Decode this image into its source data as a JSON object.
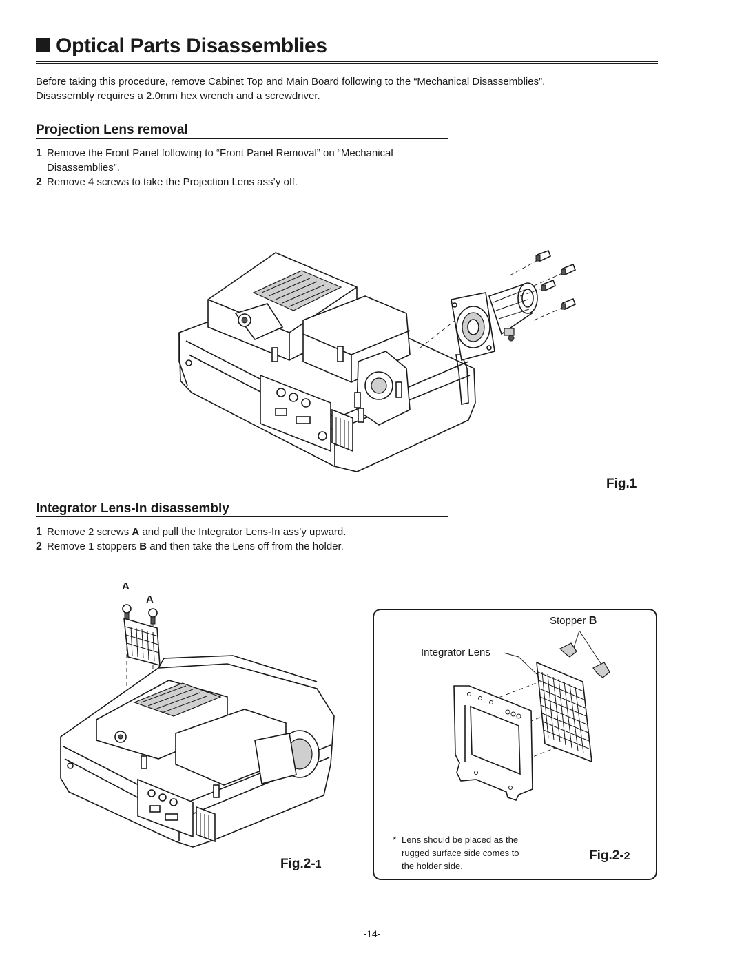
{
  "header": {
    "title": "Optical Parts Disassemblies"
  },
  "intro": {
    "line1": "Before taking this procedure, remove Cabinet Top and Main Board following to the “Mechanical Disassemblies”.",
    "line2": "Disassembly requires a 2.0mm hex wrench and a screwdriver."
  },
  "projection_section": {
    "heading": "Projection Lens removal",
    "steps": [
      {
        "number": "1",
        "line1": "Remove the Front Panel following to “Front Panel Removal” on “Mechanical",
        "line2": "Disassemblies”."
      },
      {
        "number": "2",
        "line1": "Remove 4 screws to take the Projection Lens ass’y off."
      }
    ],
    "figure_label": "Fig.1"
  },
  "integrator_section": {
    "heading": "Integrator Lens-In disassembly",
    "steps": [
      {
        "number": "1",
        "pre": "Remove 2 screws ",
        "bold": "A",
        "post": " and pull the Integrator Lens-In ass’y upward."
      },
      {
        "number": "2",
        "pre": "Remove 1 stoppers ",
        "bold": "B",
        "post": " and then take the Lens off from the holder."
      }
    ],
    "figure_1": {
      "label_main": "Fig.2-",
      "label_suffix": "1",
      "screw_labels": [
        "A",
        "A"
      ]
    },
    "figure_2": {
      "label_main": "Fig.2-",
      "label_suffix": "2",
      "stopper_label": "Stopper ",
      "stopper_letter": "B",
      "lens_label": "Integrator Lens",
      "note_star": "*",
      "note_lines": [
        "Lens should be placed as the",
        "rugged surface side comes to",
        "the holder side."
      ]
    }
  },
  "footer": {
    "page_number": "-14-"
  }
}
